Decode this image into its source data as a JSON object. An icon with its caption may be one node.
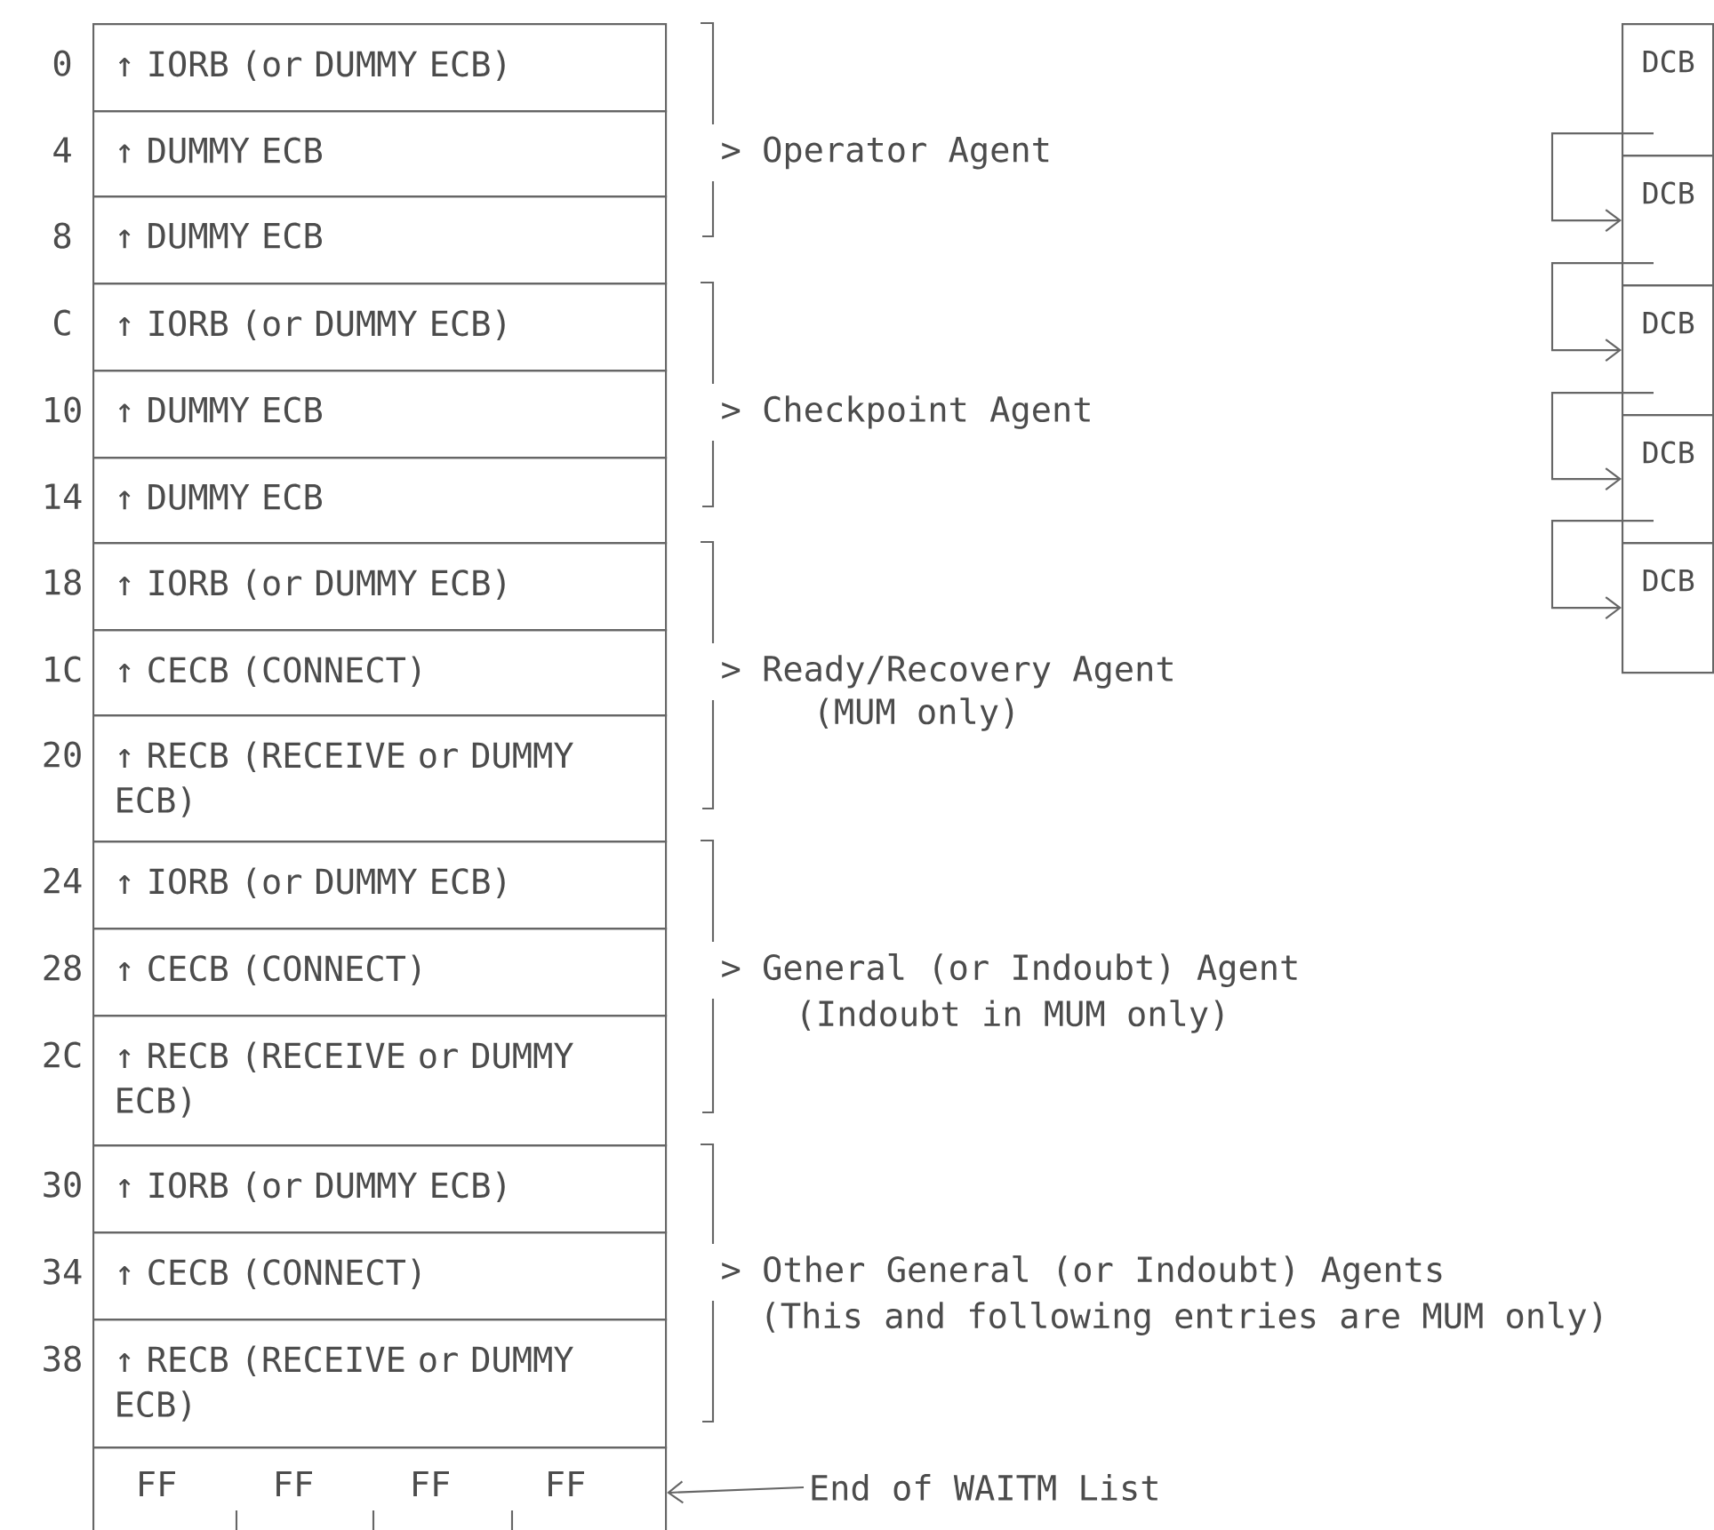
{
  "diagram": {
    "nodes": [
      {
        "text": [
          "↑ IORB (or DUMMY ECB)"
        ],
        "beside": [
          "0"
        ]
      },
      {
        "text": [
          "↑ DUMMY ECB"
        ],
        "beside": [
          "4"
        ]
      },
      {
        "text": [
          "↑ DUMMY ECB"
        ],
        "beside": [
          "8"
        ]
      },
      {
        "text": [
          "↑ IORB (or DUMMY ECB)"
        ],
        "beside": [
          "C"
        ]
      },
      {
        "text": [
          "↑ DUMMY ECB"
        ],
        "beside": [
          "10"
        ]
      },
      {
        "text": [
          "↑ DUMMY ECB"
        ],
        "beside": [
          "14"
        ]
      },
      {
        "text": [
          "↑ IORB (or DUMMY ECB)"
        ],
        "beside": [
          "18"
        ]
      },
      {
        "text": [
          "↑ CECB (CONNECT)"
        ],
        "beside": [
          "1C"
        ]
      },
      {
        "text": [
          "↑ RECB (RECEIVE or DUMMY ECB)"
        ],
        "beside": [
          "20"
        ]
      },
      {
        "text": [
          "↑ IORB (or DUMMY ECB)"
        ],
        "beside": [
          "24"
        ]
      },
      {
        "text": [
          "↑ CECB (CONNECT)"
        ],
        "beside": [
          "28"
        ]
      },
      {
        "text": [
          "↑ RECB (RECEIVE or DUMMY ECB)"
        ],
        "beside": [
          "2C"
        ]
      },
      {
        "text": [
          "↑ IORB (or DUMMY ECB)"
        ],
        "beside": [
          "30"
        ]
      },
      {
        "text": [
          "↑ CECB (CONNECT)"
        ],
        "beside": [
          "34"
        ]
      },
      {
        "text": [
          "↑ RECB (RECEIVE or DUMMY ECB)"
        ],
        "beside": [
          "38"
        ]
      },
      {
        "text": [
          "FF",
          "FF",
          "FF",
          "FF"
        ]
      },
      {
        "text": [
          "End of WAITM List"
        ]
      },
      {
        "text": [
          "DCB"
        ]
      },
      {
        "text": [
          "DCB"
        ]
      },
      {
        "text": [
          "DCB"
        ]
      },
      {
        "text": [
          "DCB"
        ]
      },
      {
        "text": [
          "DCB"
        ]
      }
    ],
    "edges": [
      {
        "from": 16,
        "to": 15,
        "arrow": "to"
      },
      {
        "from": 17,
        "to": 18,
        "arrow": "to"
      },
      {
        "from": 18,
        "to": 19,
        "arrow": "to"
      },
      {
        "from": 19,
        "to": 20,
        "arrow": "to"
      },
      {
        "from": 20,
        "to": 21,
        "arrow": "to"
      }
    ],
    "labels": [
      "> Operator Agent",
      "> Checkpoint Agent",
      "> Ready/Recovery Agent",
      "(MUM only)",
      "> General (or Indoubt) Agent",
      "(Indoubt in MUM only)",
      "> Other General (or Indoubt) Agents",
      "(This and following entries are MUM only)"
    ]
  }
}
